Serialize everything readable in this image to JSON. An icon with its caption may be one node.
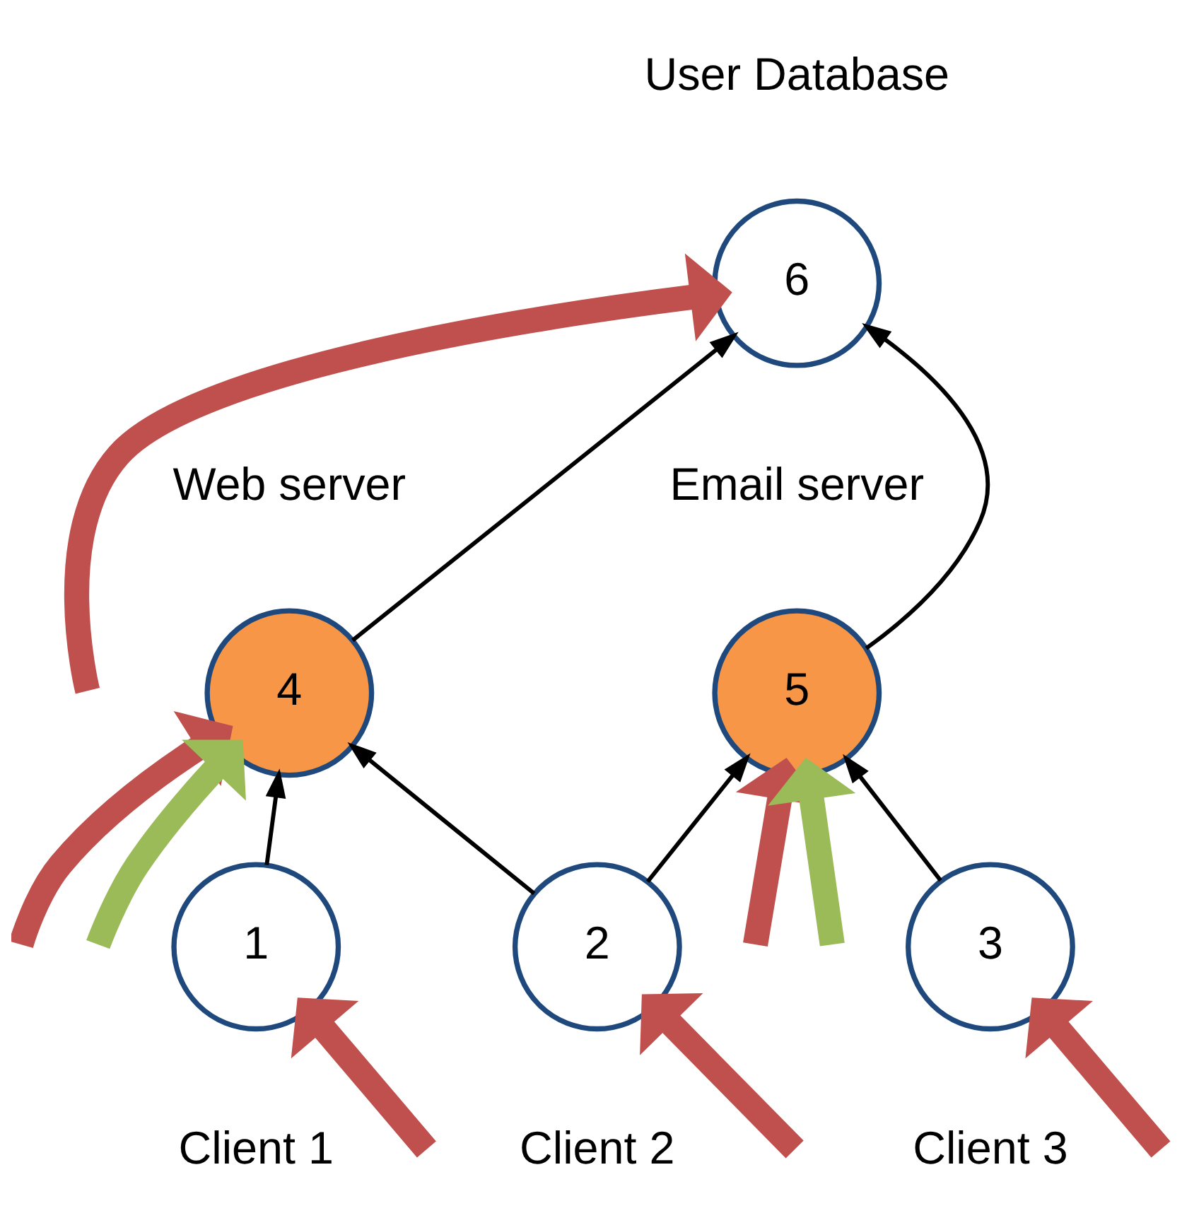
{
  "diagram": {
    "nodes": [
      {
        "text": [
          "6"
        ],
        "beside": [
          "User Database"
        ]
      },
      {
        "text": [
          "4"
        ],
        "beside": [
          "Web server"
        ]
      },
      {
        "text": [
          "5"
        ],
        "beside": [
          "Email server"
        ]
      },
      {
        "text": [
          "1"
        ],
        "beside": [
          "Client 1"
        ]
      },
      {
        "text": [
          "2"
        ],
        "beside": [
          "Client 2"
        ]
      },
      {
        "text": [
          "3"
        ],
        "beside": [
          "Client 3"
        ]
      }
    ],
    "edges": [
      {
        "from": 3,
        "to": 1,
        "arrow": "to"
      },
      {
        "from": 4,
        "to": 1,
        "arrow": "to"
      },
      {
        "from": 4,
        "to": 2,
        "arrow": "to"
      },
      {
        "from": 5,
        "to": 2,
        "arrow": "to"
      },
      {
        "from": 1,
        "to": 0,
        "arrow": "to"
      },
      {
        "from": 2,
        "to": 0,
        "arrow": "to"
      },
      {
        "from": null,
        "to": 0,
        "arrow": "to",
        "color": "#c0504d"
      },
      {
        "from": null,
        "to": 1,
        "arrow": "to",
        "color": "#c0504d"
      },
      {
        "from": null,
        "to": 1,
        "arrow": "to",
        "color": "#9bbb59"
      },
      {
        "from": null,
        "to": 2,
        "arrow": "to",
        "color": "#c0504d"
      },
      {
        "from": null,
        "to": 2,
        "arrow": "to",
        "color": "#9bbb59"
      },
      {
        "from": null,
        "to": 3,
        "arrow": "to",
        "color": "#c0504d"
      },
      {
        "from": null,
        "to": 4,
        "arrow": "to",
        "color": "#c0504d"
      },
      {
        "from": null,
        "to": 5,
        "arrow": "to",
        "color": "#c0504d"
      }
    ]
  }
}
